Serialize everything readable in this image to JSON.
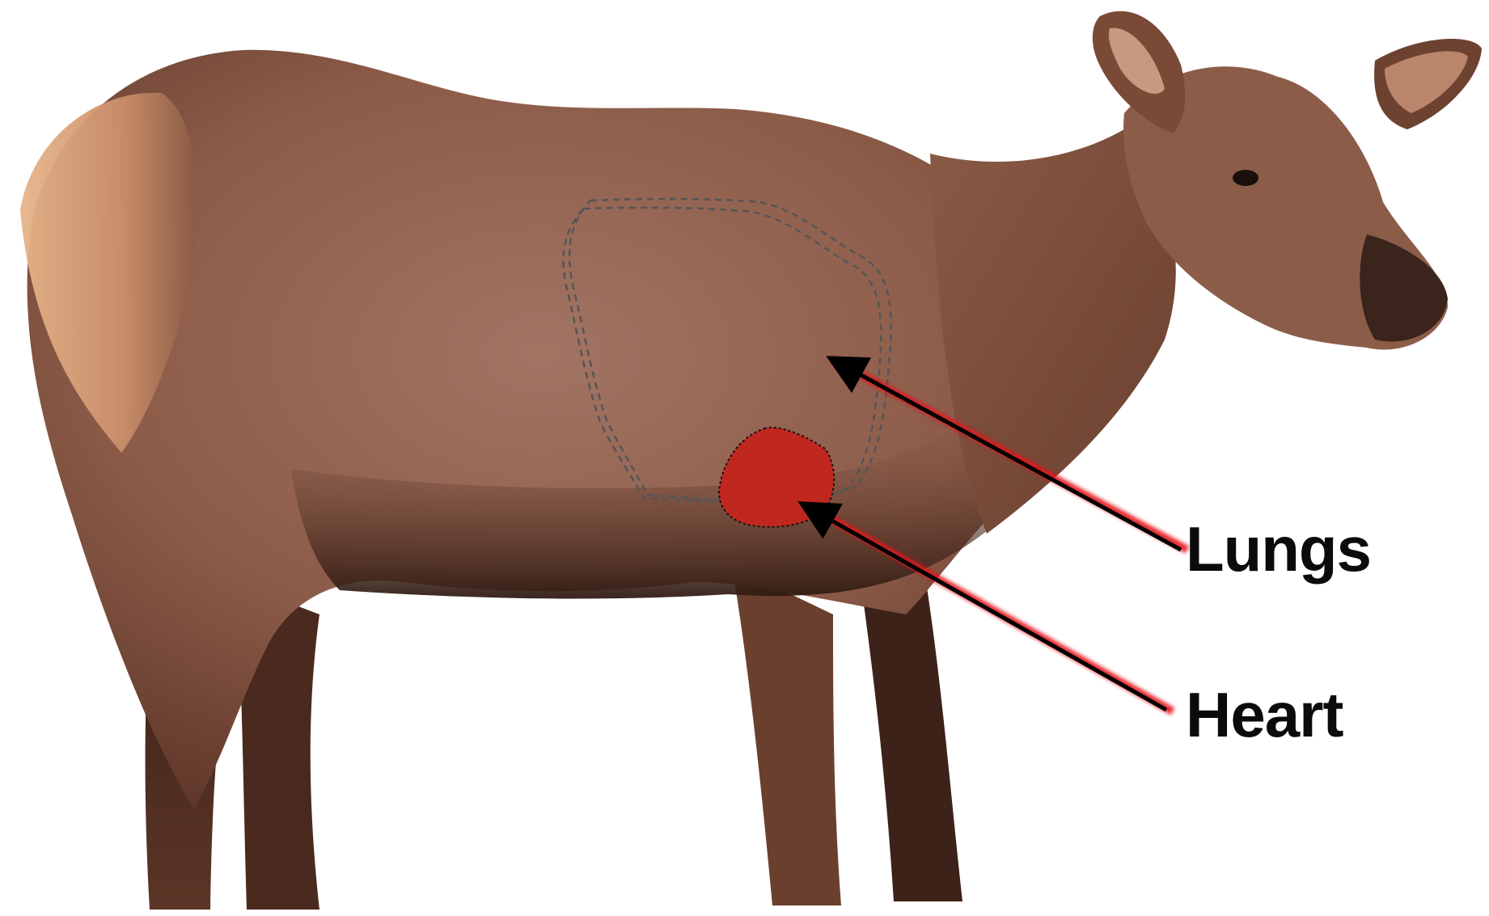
{
  "labels": {
    "lungs": "Lungs",
    "heart": "Heart"
  },
  "colors": {
    "background": "#ffffff",
    "heart_fill": "#c0281f",
    "pointer_glow": "#e5141c",
    "pointer_line": "#000000",
    "lung_outline": "#555555",
    "hide_mid": "#9a6b58",
    "hide_dark": "#3a1f16",
    "hide_light": "#d9a27a"
  },
  "icons": {
    "animal": "elk-silhouette",
    "organ_heart": "heart-zone",
    "organ_lungs": "lungs-outline",
    "pointer": "arrow-pointer"
  }
}
